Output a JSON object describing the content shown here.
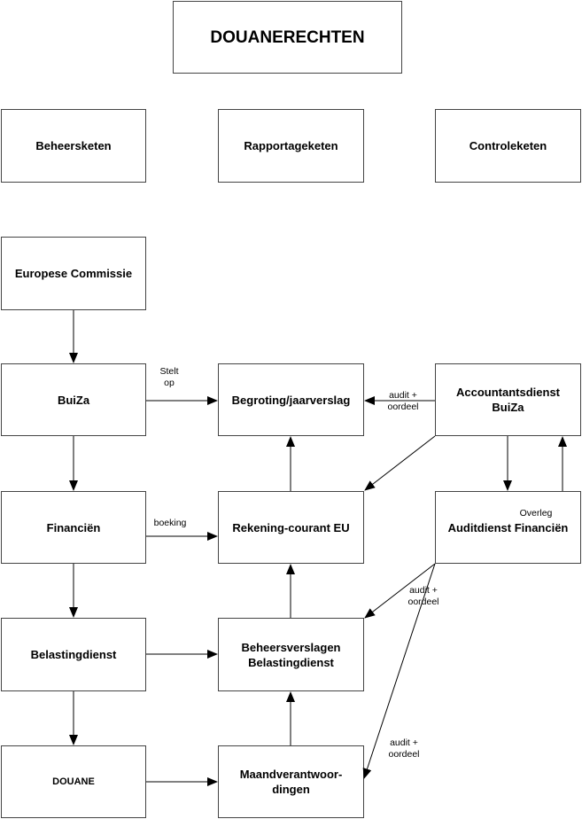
{
  "title": "DOUANERECHTEN",
  "chains": {
    "beheer": "Beheersketen",
    "rapportage": "Rapportageketen",
    "controle": "Controleketen"
  },
  "nodes": {
    "ec": "Europese Commissie",
    "buiza": "BuiZa",
    "financien": "Financiën",
    "belastingdienst": "Belastingdienst",
    "douane": "DOUANE",
    "begroting": "Begroting/jaarverslag",
    "rekening": "Rekening-courant EU",
    "beheersverslagen": "Beheersverslagen\nBelastingdienst",
    "maandverantwoordingen": "Maandverantwoor-\ndingen",
    "accountantsdienst": "Accountantsdienst\nBuiZa",
    "auditdienst": "Auditdienst Financiën"
  },
  "labels": {
    "stelt_op": "Stelt\nop",
    "audit_oordeel_1": "audit +\noordeel",
    "boeking": "boeking",
    "overleg": "Overleg",
    "audit_oordeel_2": "audit +\noordeel",
    "audit_oordeel_3": "audit +\noordeel"
  }
}
